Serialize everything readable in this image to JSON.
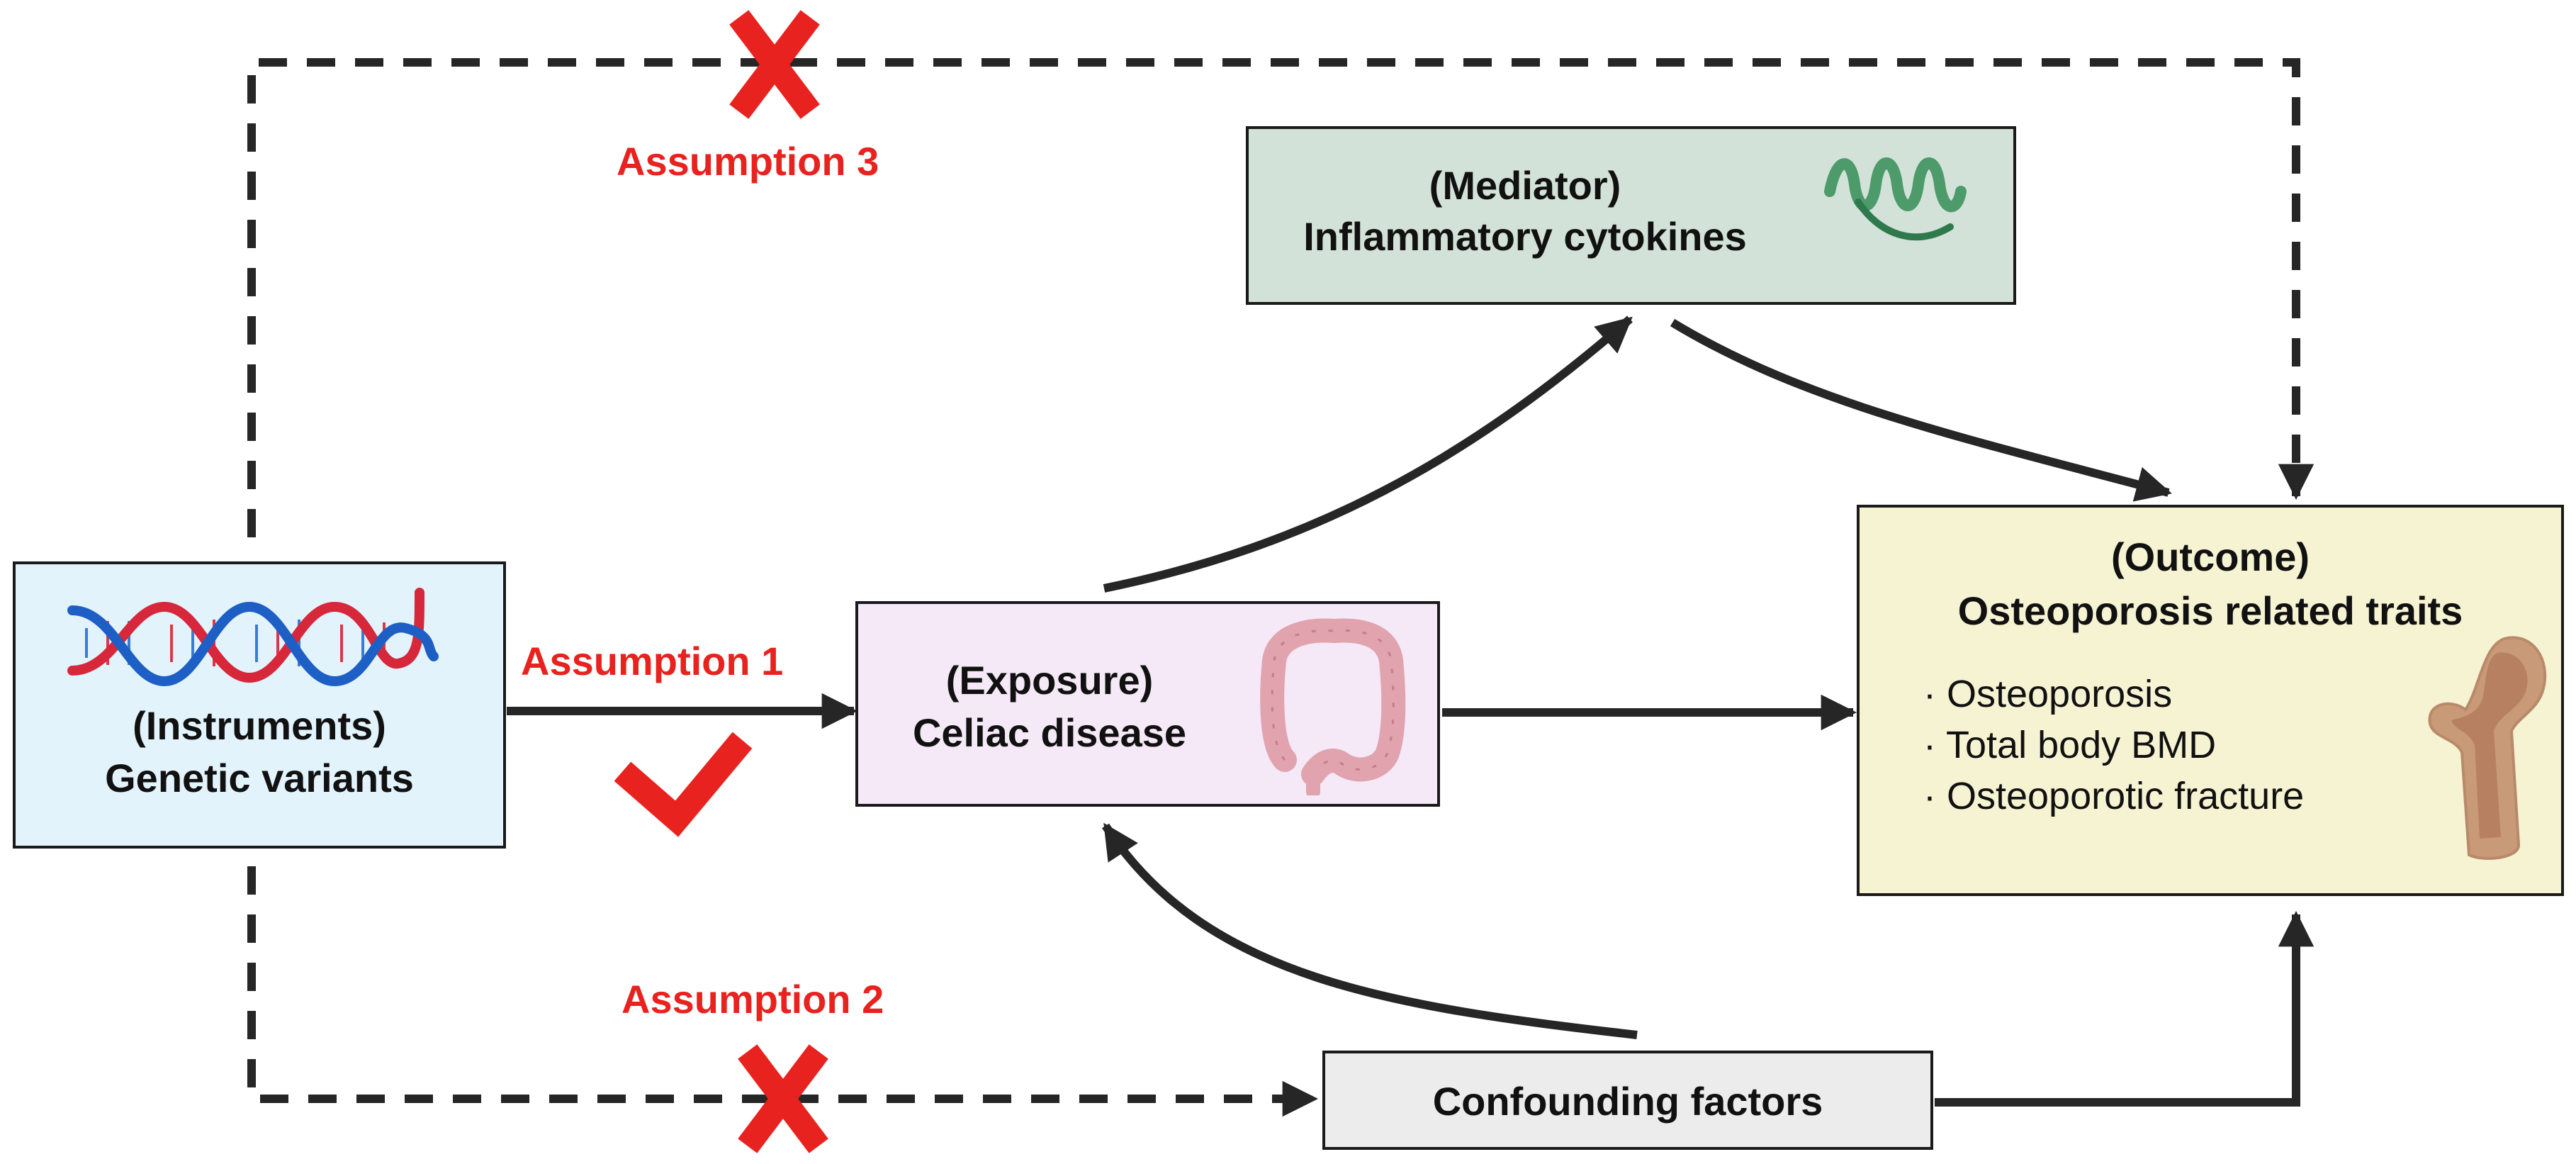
{
  "colors": {
    "assumption_red": "#e8221e",
    "arrow_dark": "#262626",
    "instruments_fill": "#e3f3fc",
    "exposure_fill": "#f5e8f7",
    "mediator_fill": "#d3e2d8",
    "outcome_fill": "#f6f3d3",
    "confounding_fill": "#ececec"
  },
  "instruments": {
    "tag": "(Instruments)",
    "label": "Genetic variants",
    "icon": "dna-icon"
  },
  "exposure": {
    "tag": "(Exposure)",
    "label": "Celiac disease",
    "icon": "colon-icon"
  },
  "mediator": {
    "tag": "(Mediator)",
    "label": "Inflammatory cytokines",
    "icon": "protein-icon"
  },
  "outcome": {
    "tag": "(Outcome)",
    "label": "Osteoporosis related traits",
    "icon": "femur-icon",
    "traits": [
      "· Osteoporosis",
      "· Total body BMD",
      "· Osteoporotic fracture"
    ]
  },
  "confounding": {
    "label": "Confounding factors"
  },
  "assumptions": {
    "a1": {
      "label": "Assumption 1",
      "status": "satisfied",
      "icon": "check-icon"
    },
    "a2": {
      "label": "Assumption 2",
      "status": "violated",
      "icon": "cross-icon"
    },
    "a3": {
      "label": "Assumption 3",
      "status": "violated",
      "icon": "cross-icon"
    }
  }
}
